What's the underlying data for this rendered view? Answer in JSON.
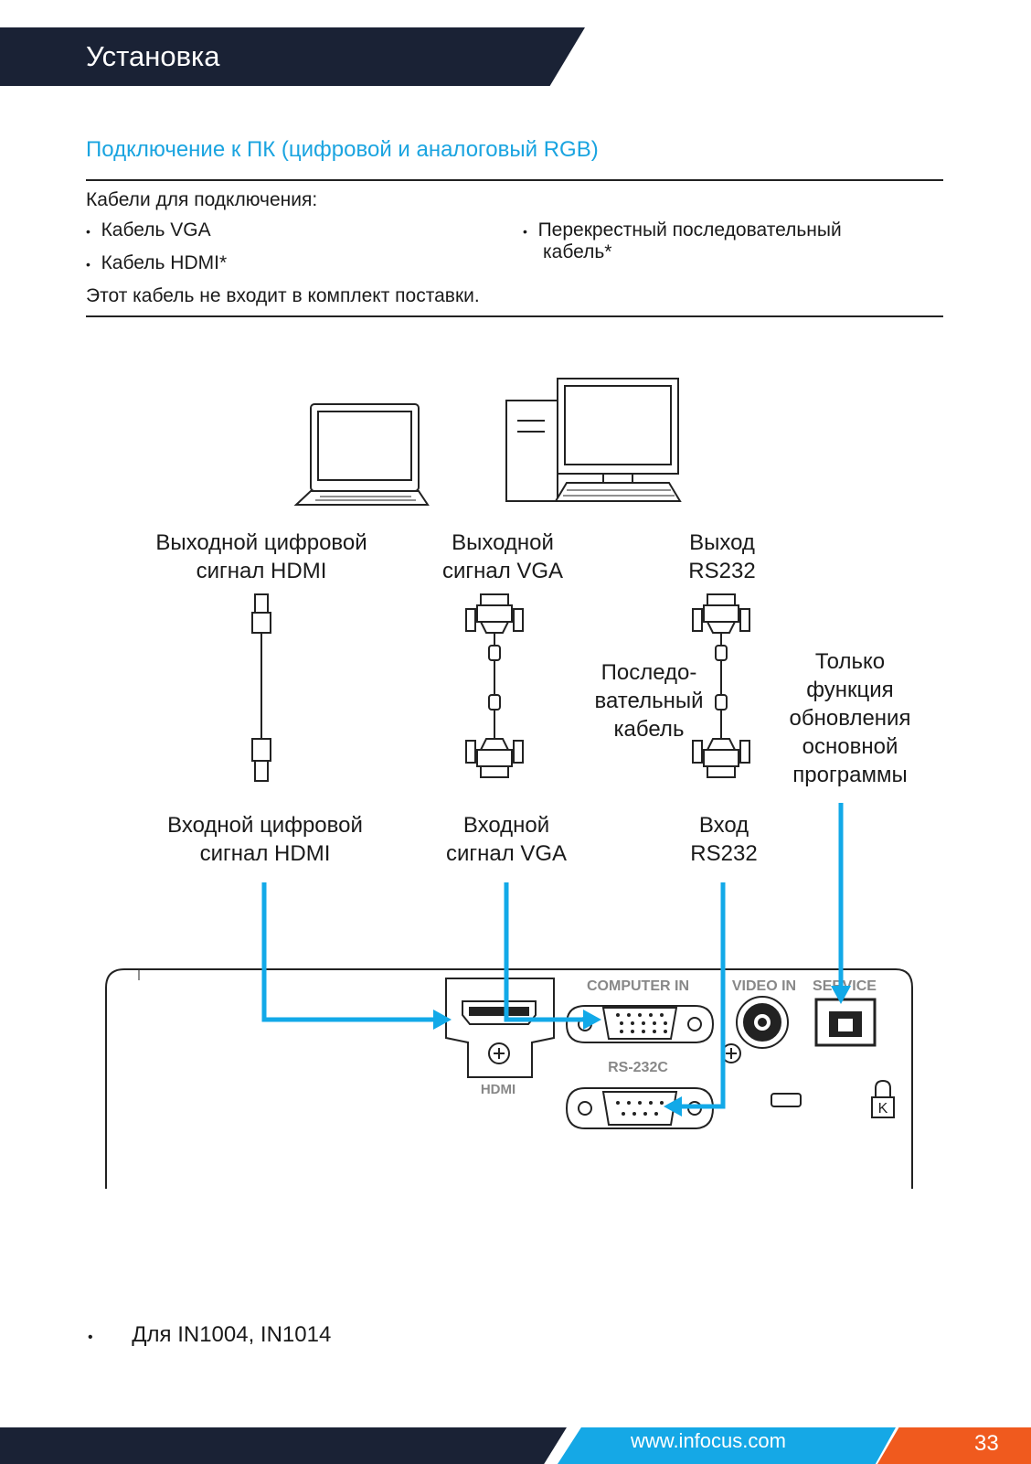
{
  "header": {
    "title": "Установка"
  },
  "section": {
    "title": "Подключение к ПК (цифровой и аналоговый RGB)"
  },
  "cables": {
    "intro": "Кабели для подключения:",
    "items": [
      "Кабель VGA",
      "Кабель HDMI*",
      "Перекрестный последовательный",
      "кабель*"
    ],
    "note": "Этот кабель не входит в комплект поставки."
  },
  "diagram": {
    "out_hdmi": [
      "Выходной цифровой",
      "сигнал HDMI"
    ],
    "out_vga": [
      "Выходной",
      "сигнал VGA"
    ],
    "out_rs232": [
      "Выход",
      "RS232"
    ],
    "serial_cable": [
      "Последо-",
      "вательный",
      "кабель"
    ],
    "service_only": [
      "Только",
      "функция",
      "обновления",
      "основной",
      "программы"
    ],
    "in_hdmi": [
      "Входной цифровой",
      "сигнал HDMI"
    ],
    "in_vga": [
      "Входной",
      "сигнал VGA"
    ],
    "in_rs232": [
      "Вход",
      "RS232"
    ],
    "ports": {
      "computer_in": "COMPUTER IN",
      "video_in": "VIDEO IN",
      "service": "SERVICE",
      "rs232c": "RS-232C",
      "hdmi": "HDMI"
    },
    "arrow_color": "#12a9e8"
  },
  "footnote": "Для IN1004, IN1014",
  "footer": {
    "url": "www.infocus.com",
    "page": "33"
  }
}
